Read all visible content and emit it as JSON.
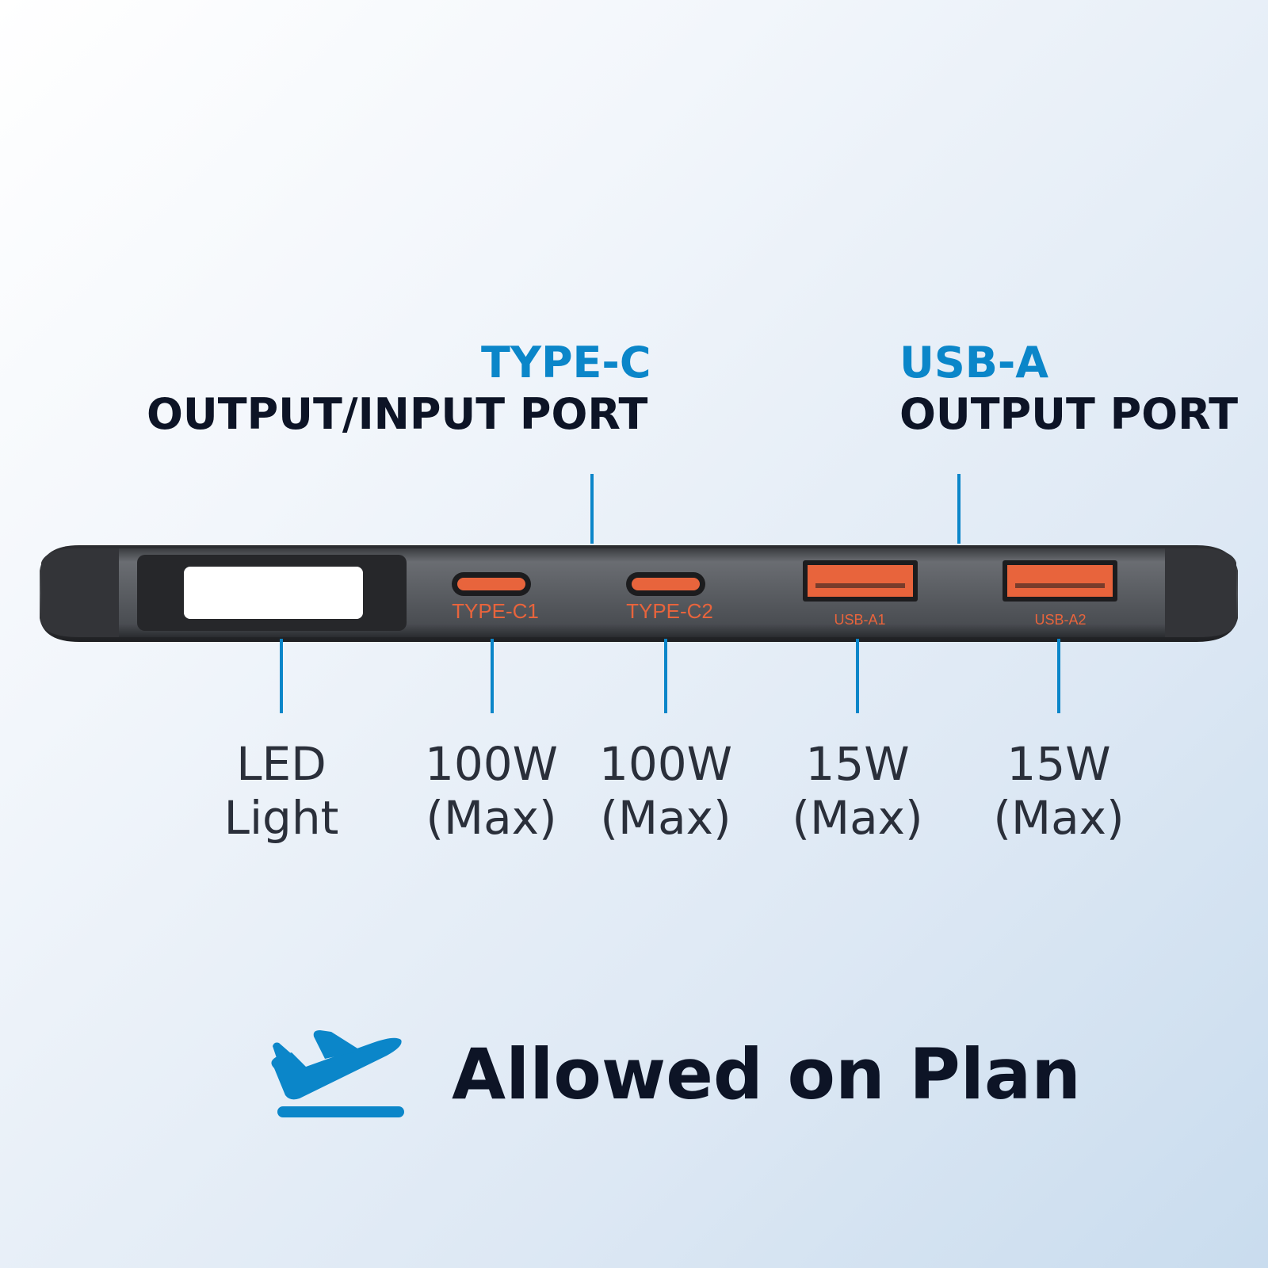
{
  "headings": {
    "typec": {
      "accent": "TYPE-C",
      "main": "OUTPUT/INPUT PORT"
    },
    "usba": {
      "accent": "USB-A",
      "main": "OUTPUT PORT"
    }
  },
  "ports": {
    "typec1": "TYPE-C1",
    "typec2": "TYPE-C2",
    "usba1": "USB-A1",
    "usba2": "USB-A2"
  },
  "specs": {
    "led": {
      "line1": "LED",
      "line2": "Light"
    },
    "typec1": {
      "line1": "100W",
      "line2": "(Max)"
    },
    "typec2": {
      "line1": "100W",
      "line2": "(Max)"
    },
    "usba1": {
      "line1": "15W",
      "line2": "(Max)"
    },
    "usba2": {
      "line1": "15W",
      "line2": "(Max)"
    }
  },
  "footer": {
    "text": "Allowed on Plan",
    "icon": "airplane-takeoff-icon"
  },
  "colors": {
    "accent": "#0b86c9",
    "heading": "#0d1426",
    "port_orange": "#e8643c",
    "device_body": "#5a5d62"
  }
}
